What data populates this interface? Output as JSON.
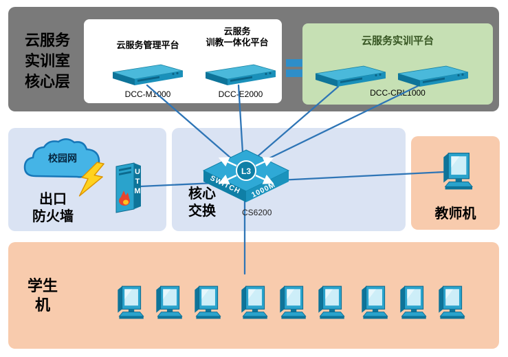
{
  "palette": {
    "core_bg": "#7a7a7a",
    "green_bg": "#c6e0b4",
    "blue_bg": "#dae3f3",
    "peach_bg": "#f8cbad",
    "line": "#2e75b6",
    "device": "#2aa3cc"
  },
  "core_layer": {
    "label": "云服务\n实训室\n核心层",
    "mgmt": {
      "title": "云服务管理平台",
      "model": "DCC-M1000"
    },
    "edu": {
      "title": "云服务\n训教一体化平台",
      "model": "DCC-E2000"
    },
    "training": {
      "title": "云服务实训平台",
      "model": "DCC-CRL1000"
    }
  },
  "network": {
    "campus": "校园网",
    "firewall_label": "出口\n防火墙",
    "utm": "UTM",
    "core_switch_label": "核心\n交换",
    "switch_model": "CS6200",
    "switch_top": "L3",
    "switch_left": "SWITCH",
    "switch_right": "1000M"
  },
  "teacher": {
    "label": "教师机"
  },
  "students": {
    "label": "学生\n机",
    "count": 9
  }
}
